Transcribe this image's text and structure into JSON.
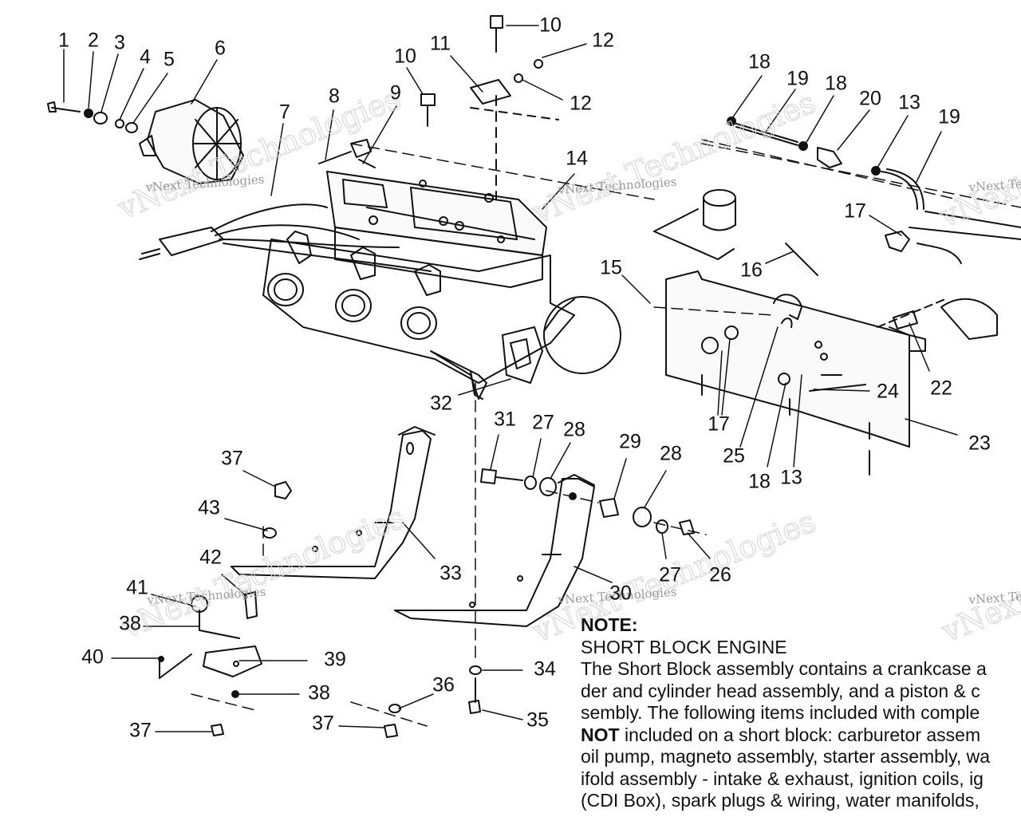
{
  "callouts": [
    {
      "id": "c1",
      "text": "1"
    },
    {
      "id": "c2",
      "text": "2"
    },
    {
      "id": "c3",
      "text": "3"
    },
    {
      "id": "c4",
      "text": "4"
    },
    {
      "id": "c5",
      "text": "5"
    },
    {
      "id": "c6",
      "text": "6"
    },
    {
      "id": "c7",
      "text": "7"
    },
    {
      "id": "c8",
      "text": "8"
    },
    {
      "id": "c9",
      "text": "9"
    },
    {
      "id": "c10a",
      "text": "10"
    },
    {
      "id": "c10b",
      "text": "10"
    },
    {
      "id": "c11",
      "text": "11"
    },
    {
      "id": "c12a",
      "text": "12"
    },
    {
      "id": "c12b",
      "text": "12"
    },
    {
      "id": "c13a",
      "text": "13"
    },
    {
      "id": "c13b",
      "text": "13"
    },
    {
      "id": "c14",
      "text": "14"
    },
    {
      "id": "c15",
      "text": "15"
    },
    {
      "id": "c16",
      "text": "16"
    },
    {
      "id": "c17a",
      "text": "17"
    },
    {
      "id": "c17b",
      "text": "17"
    },
    {
      "id": "c18a",
      "text": "18"
    },
    {
      "id": "c18b",
      "text": "18"
    },
    {
      "id": "c18c",
      "text": "18"
    },
    {
      "id": "c19a",
      "text": "19"
    },
    {
      "id": "c19b",
      "text": "19"
    },
    {
      "id": "c20",
      "text": "20"
    },
    {
      "id": "c22",
      "text": "22"
    },
    {
      "id": "c23",
      "text": "23"
    },
    {
      "id": "c24",
      "text": "24"
    },
    {
      "id": "c25",
      "text": "25"
    },
    {
      "id": "c26",
      "text": "26"
    },
    {
      "id": "c27a",
      "text": "27"
    },
    {
      "id": "c27b",
      "text": "27"
    },
    {
      "id": "c28a",
      "text": "28"
    },
    {
      "id": "c28b",
      "text": "28"
    },
    {
      "id": "c29",
      "text": "29"
    },
    {
      "id": "c30",
      "text": "30"
    },
    {
      "id": "c31",
      "text": "31"
    },
    {
      "id": "c32",
      "text": "32"
    },
    {
      "id": "c33",
      "text": "33"
    },
    {
      "id": "c34",
      "text": "34"
    },
    {
      "id": "c35",
      "text": "35"
    },
    {
      "id": "c36",
      "text": "36"
    },
    {
      "id": "c37a",
      "text": "37"
    },
    {
      "id": "c37b",
      "text": "37"
    },
    {
      "id": "c37c",
      "text": "37"
    },
    {
      "id": "c38a",
      "text": "38"
    },
    {
      "id": "c38b",
      "text": "38"
    },
    {
      "id": "c39",
      "text": "39"
    },
    {
      "id": "c40",
      "text": "40"
    },
    {
      "id": "c41",
      "text": "41"
    },
    {
      "id": "c42",
      "text": "42"
    },
    {
      "id": "c43",
      "text": "43"
    }
  ],
  "watermarks": {
    "big": "vNext Technologies",
    "small": "vNext Technologies"
  },
  "note": {
    "title": "NOTE:",
    "heading": "SHORT BLOCK ENGINE",
    "line1": "The Short Block assembly contains a crankcase a",
    "line2": "der and cylinder head assembly, and a piston & c",
    "line3": "sembly.  The following items included with comple",
    "line4_bold": "NOT",
    "line4_rest": " included on a short block:  carburetor assem",
    "line5": "oil pump, magneto assembly, starter assembly, wa",
    "line6": "ifold assembly - intake & exhaust, ignition coils, ig",
    "line7": "(CDI Box), spark plugs & wiring, water manifolds,"
  }
}
